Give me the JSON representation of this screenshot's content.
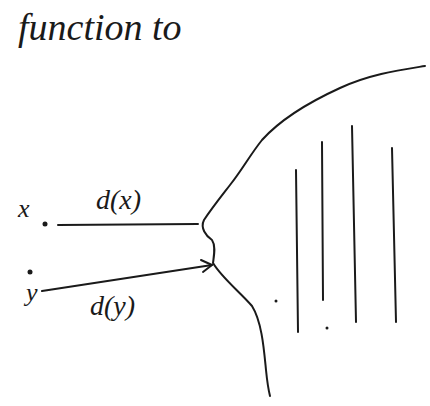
{
  "diagram": {
    "labels": [
      "function to",
      "x",
      "d(x)",
      "y",
      "d(y)"
    ]
  }
}
